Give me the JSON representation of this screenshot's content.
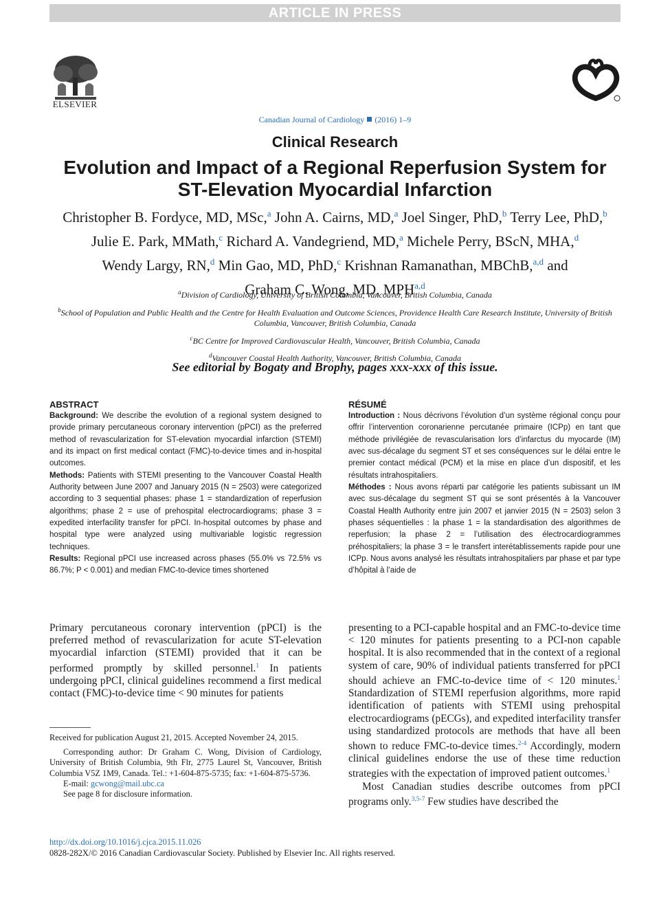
{
  "banner": "ARTICLE IN PRESS",
  "publisher": "ELSEVIER",
  "journal": {
    "name": "Canadian Journal of Cardiology",
    "meta": "(2016) 1–9"
  },
  "section": "Clinical Research",
  "title_line1": "Evolution and Impact of a Regional Reperfusion System for",
  "title_line2": "ST-Elevation Myocardial Infarction",
  "authors": [
    {
      "name": "Christopher B. Fordyce, MD, MSc,",
      "sup": "a"
    },
    {
      "name": "John A. Cairns, MD,",
      "sup": "a"
    },
    {
      "name": "Joel Singer, PhD,",
      "sup": "b"
    },
    {
      "name": "Terry Lee, PhD,",
      "sup": "b"
    },
    {
      "name": "Julie E. Park, MMath,",
      "sup": "c"
    },
    {
      "name": "Richard A. Vandegriend, MD,",
      "sup": "a"
    },
    {
      "name": "Michele Perry, BScN, MHA,",
      "sup": "d"
    },
    {
      "name": "Wendy Largy, RN,",
      "sup": "d"
    },
    {
      "name": "Min Gao, MD, PhD,",
      "sup": "c"
    },
    {
      "name": "Krishnan Ramanathan, MBChB,",
      "sup": "a,d"
    },
    {
      "name": "Graham C. Wong, MD, MPH",
      "sup": "a,d"
    }
  ],
  "and_word": "and",
  "affiliations": [
    {
      "sup": "a",
      "text": "Division of Cardiology, University of British Columbia, Vancouver, British Columbia, Canada"
    },
    {
      "sup": "b",
      "text": "School of Population and Public Health and the Centre for Health Evaluation and Outcome Sciences, Providence Health Care Research Institute, University of British Columbia, Vancouver, British Columbia, Canada"
    },
    {
      "sup": "c",
      "text": "BC Centre for Improved Cardiovascular Health, Vancouver, British Columbia, Canada"
    },
    {
      "sup": "d",
      "text": "Vancouver Coastal Health Authority, Vancouver, British Columbia, Canada"
    }
  ],
  "editorial": "See editorial by Bogaty and Brophy, pages xxx-xxx of this issue.",
  "abstract": {
    "heading": "ABSTRACT",
    "background_label": "Background:",
    "background": " We describe the evolution of a regional system designed to provide primary percutaneous coronary intervention (pPCI) as the preferred method of revascularization for ST-elevation myocardial infarction (STEMI) and its impact on first medical contact (FMC)-to-device times and in-hospital outcomes.",
    "methods_label": "Methods:",
    "methods": " Patients with STEMI presenting to the Vancouver Coastal Health Authority between June 2007 and January 2015 (N = 2503) were categorized according to 3 sequential phases: phase 1 = standardization of reperfusion algorithms; phase 2 = use of prehospital electrocardiograms; phase 3 = expedited interfacility transfer for pPCI. In-hospital outcomes by phase and hospital type were analyzed using multivariable logistic regression techniques.",
    "results_label": "Results:",
    "results": " Regional pPCI use increased across phases (55.0% vs 72.5% vs 86.7%; P < 0.001) and median FMC-to-device times shortened"
  },
  "resume": {
    "heading": "RÉSUMÉ",
    "intro_label": "Introduction :",
    "intro": " Nous décrivons l’évolution d’un système régional conçu pour offrir l’intervention coronarienne percutanée primaire (ICPp) en tant que méthode privilégiée de revascularisation lors d’infarctus du myocarde (IM) avec sus-décalage du segment ST et ses conséquences sur le délai entre le premier contact médical (PCM) et la mise en place d’un dispositif, et les résultats intrahospitaliers.",
    "methods_label": "Méthodes :",
    "methods": " Nous avons réparti par catégorie les patients subissant un IM avec sus-décalage du segment ST qui se sont présentés à la Vancouver Coastal Health Authority entre juin 2007 et janvier 2015 (N = 2503) selon 3 phases séquentielles : la phase 1 = la standardisation des algorithmes de reperfusion; la phase 2 = l’utilisation des électrocardiogrammes préhospitaliers; la phase 3 = le transfert interétablissements rapide pour une ICPp. Nous avons analysé les résultats intrahospitaliers par phase et par type d’hôpital à l’aide de"
  },
  "body_left": {
    "p1a": "Primary percutaneous coronary intervention (pPCI) is the preferred method of revascularization for acute ST-elevation myocardial infarction (STEMI) provided that it can be performed promptly by skilled personnel.",
    "p1a_ref": "1",
    "p1b": " In patients undergoing pPCI, clinical guidelines recommend a first medical contact (FMC)-to-device time < 90 minutes for patients"
  },
  "body_right": {
    "p1a": "presenting to a PCI-capable hospital and an FMC-to-device time < 120 minutes for patients presenting to a PCI-non capable hospital. It is also recommended that in the context of a regional system of care, 90% of individual patients transferred for pPCI should achieve an FMC-to-device time of < 120 minutes.",
    "p1a_ref": "1",
    "p1b": " Standardization of STEMI reperfusion algorithms, more rapid identification of patients with STEMI using prehospital electrocardiograms (pECGs), and expedited interfacility transfer using standardized protocols are methods that have all been shown to reduce FMC-to-device times.",
    "p1b_ref": "2-4",
    "p1c": " Accordingly, modern clinical guidelines endorse the use of these time reduction strategies with the expectation of improved patient outcomes.",
    "p1c_ref": "1",
    "p2a": "Most Canadian studies describe outcomes from pPCI programs only.",
    "p2a_ref": "3,5-7",
    "p2b": " Few studies have described the"
  },
  "footnotes": {
    "received": "Received for publication August 21, 2015. Accepted November 24, 2015.",
    "corresponding": "Corresponding author: Dr Graham C. Wong, Division of Cardiology, University of British Columbia, 9th Flr, 2775 Laurel St, Vancouver, British Columbia V5Z 1M9, Canada. Tel.: +1-604-875-5735; fax: +1-604-875-5736.",
    "email_label": "E-mail: ",
    "email": "gcwong@mail.ubc.ca",
    "disclosure": "See page 8 for disclosure information."
  },
  "doi": "http://dx.doi.org/10.1016/j.cjca.2015.11.026",
  "copyright": "0828-282X/© 2016 Canadian Cardiovascular Society. Published by Elsevier Inc. All rights reserved.",
  "colors": {
    "link": "#2a6fb4",
    "banner": "#d0d0d0"
  }
}
